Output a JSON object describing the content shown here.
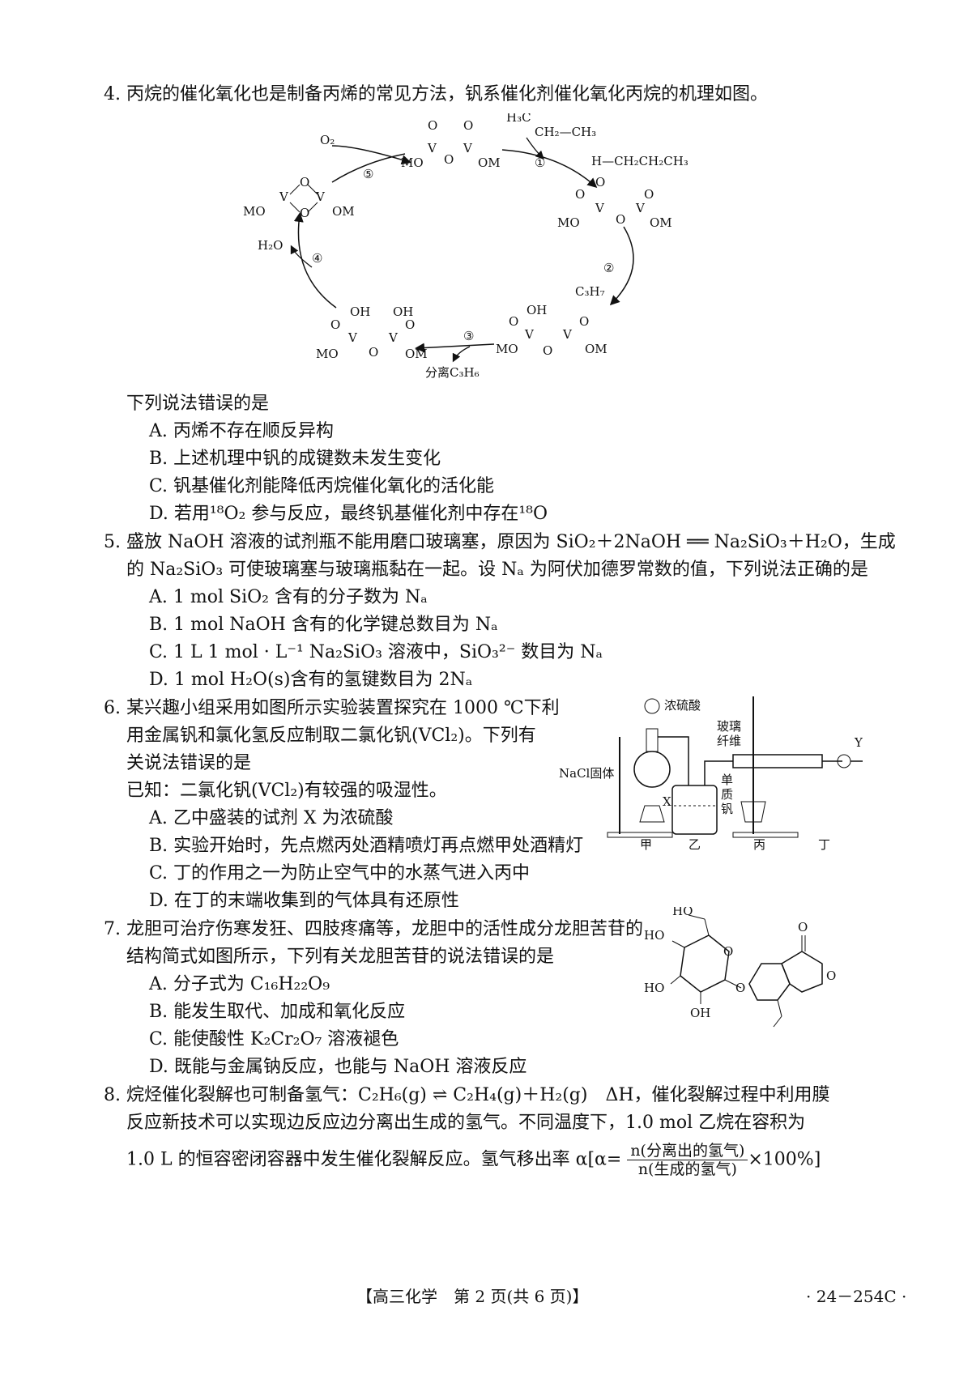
{
  "q4": {
    "stem": "4. 丙烷的催化氧化也是制备丙烯的常见方法，钒系催化剂催化氧化丙烷的机理如图。",
    "diagram": {
      "o2": "O₂",
      "h2o": "H₂O",
      "step1": "①",
      "step2": "②",
      "step3": "③",
      "step4": "④",
      "step5": "⑤",
      "propane_top": "H₃C",
      "propane_chain": "CH₂—CH₃",
      "h_label": "H—CH₂CH₂CH₃",
      "c3h7": "C₃H₇",
      "separate": "分离C₃H₆",
      "v": "V",
      "o": "O",
      "oh": "OH",
      "mo": "MO",
      "om": "OM"
    },
    "prompt": "下列说法错误的是",
    "options": [
      "A. 丙烯不存在顺反异构",
      "B. 上述机理中钒的成键数未发生变化",
      "C. 钒基催化剂能降低丙烷催化氧化的活化能",
      "D. 若用¹⁸O₂ 参与反应，最终钒基催化剂中存在¹⁸O"
    ]
  },
  "q5": {
    "stem_line1": "5. 盛放 NaOH 溶液的试剂瓶不能用磨口玻璃塞，原因为 SiO₂＋2NaOH ══ Na₂SiO₃＋H₂O，生成",
    "stem_line2": "的 Na₂SiO₃ 可使玻璃塞与玻璃瓶黏在一起。设 Nₐ 为阿伏加德罗常数的值，下列说法正确的是",
    "options": [
      "A. 1 mol SiO₂ 含有的分子数为 Nₐ",
      "B. 1 mol NaOH 含有的化学键总数目为 Nₐ",
      "C. 1 L 1 mol · L⁻¹ Na₂SiO₃ 溶液中，SiO₃²⁻ 数目为 Nₐ",
      "D. 1 mol H₂O(s)含有的氢键数目为 2Nₐ"
    ]
  },
  "q6": {
    "stem_line1": "6. 某兴趣小组采用如图所示实验装置探究在 1000 ℃下利",
    "stem_line2": "用金属钒和氯化氢反应制取二氯化钒(VCl₂)。下列有",
    "stem_line3": "关说法错误的是",
    "known": "已知：二氯化钒(VCl₂)有较强的吸湿性。",
    "options": [
      "A. 乙中盛装的试剂 X 为浓硫酸",
      "B. 实验开始时，先点燃丙处酒精喷灯再点燃甲处酒精灯",
      "C. 丁的作用之一为防止空气中的水蒸气进入丙中",
      "D. 在丁的末端收集到的气体具有还原性"
    ],
    "apparatus": {
      "conc_acid": "浓硫酸",
      "glass": "玻璃",
      "fiber": "纤维",
      "nacl": "NaCl固体",
      "x": "X",
      "y": "Y",
      "dan": "单",
      "zhi": "质",
      "fan": "钒",
      "jia": "甲",
      "yi": "乙",
      "bing": "丙",
      "ding": "丁"
    }
  },
  "q7": {
    "stem_line1": "7. 龙胆可治疗伤寒发狂、四肢疼痛等，龙胆中的活性成分龙胆苦苷的",
    "stem_line2": "结构简式如图所示，下列有关龙胆苦苷的说法错误的是",
    "options": [
      "A. 分子式为 C₁₆H₂₂O₉",
      "B. 能发生取代、加成和氧化反应",
      "C. 能使酸性 K₂Cr₂O₇ 溶液褪色",
      "D. 既能与金属钠反应，也能与 NaOH 溶液反应"
    ],
    "structure": {
      "ho1": "HO",
      "ho2": "HO",
      "ho3": "HO",
      "oh": "OH",
      "o_ring": "O",
      "o_link": "O",
      "o_carbonyl": "O",
      "o_lactone": "O"
    }
  },
  "q8": {
    "stem_line1": "8. 烷烃催化裂解也可制备氢气：C₂H₆(g) ⇌ C₂H₄(g)＋H₂(g)　ΔH，催化裂解过程中利用膜",
    "stem_line2": "反应新技术可以实现边反应边分离出生成的氢气。不同温度下，1.0 mol 乙烷在容积为",
    "stem_line3_prefix": "1.0 L 的恒容密闭容器中发生催化裂解反应。氢气移出率 α",
    "frac_left": "[α=",
    "frac_num": "n(分离出的氢气)",
    "frac_den": "n(生成的氢气)",
    "frac_right": "×100%]"
  },
  "footer": {
    "center": "【高三化学　第 2 页(共 6 页)】",
    "right": "· 24－254C ·"
  }
}
